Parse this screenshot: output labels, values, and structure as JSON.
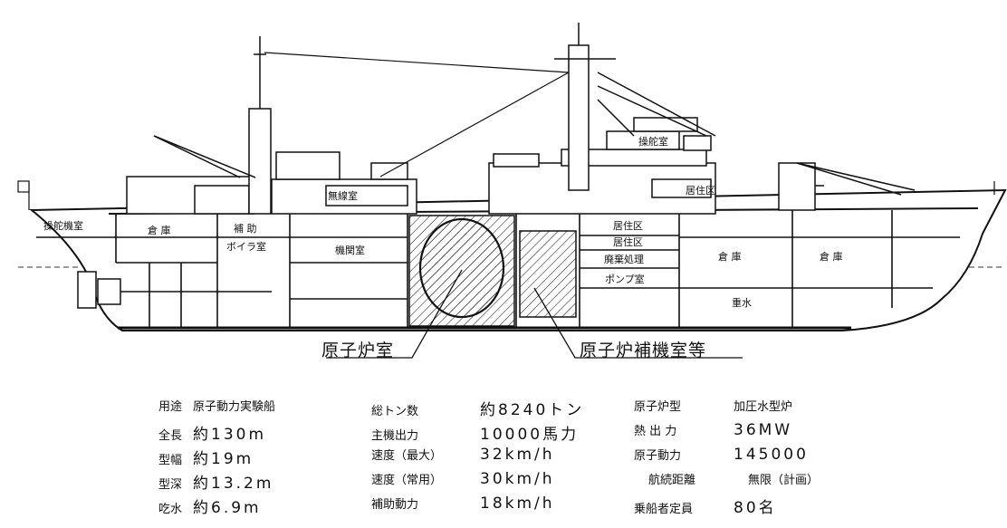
{
  "ship": {
    "rooms": {
      "steering_gear": "操舵機室",
      "warehouse_aft": "倉 庫",
      "aux_boiler": [
        "補 助",
        "ボイラ室"
      ],
      "engine_room": "機関室",
      "crew_quarters_1": "居住区",
      "crew_quarters_2": "居住区",
      "hold_1": "倉 庫",
      "hold_2": "倉 庫",
      "waste_processing": "廃棄処理",
      "pump_room": "ポンプ室",
      "bottom_tank": "重水",
      "upper_room": "無線室",
      "bridge": "操舵室",
      "deck_room": "居住区"
    },
    "callouts": {
      "reactor_room": "原子炉室",
      "reactor_aux_rooms": "原子炉補機室等"
    }
  },
  "specs": [
    {
      "label": "用途",
      "value": "原子動力実験船"
    },
    {
      "label": "全長",
      "value": "約130m"
    },
    {
      "label": "型幅",
      "value": "約19m"
    },
    {
      "label": "型深",
      "value": "約13.2m"
    },
    {
      "label": "吃水",
      "value": "約6.9m"
    },
    {
      "label": "総トン数",
      "value": "約8240トン"
    },
    {
      "label": "主機出力",
      "value": "10000馬力"
    },
    {
      "label": "速度（最大）",
      "value": "32km/h"
    },
    {
      "label": "速度（常用）",
      "value": "30km/h"
    },
    {
      "label": "補助動力",
      "value": "18km/h"
    },
    {
      "label": "原子炉型",
      "value": "加圧水型炉"
    },
    {
      "label": "熱 出 力",
      "value": "36MW"
    },
    {
      "label": "原子動力",
      "value": "145000"
    },
    {
      "label": "航続距離",
      "value": "無限（計画）"
    },
    {
      "label": "乗船者定員",
      "value": "80名"
    }
  ]
}
